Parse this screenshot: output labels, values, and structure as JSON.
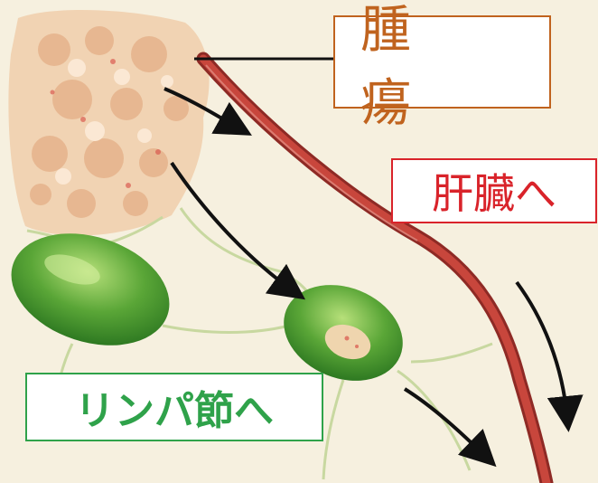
{
  "labels": {
    "tumor": "腫 瘍",
    "liver": "肝臓へ",
    "lymph_node": "リンパ節へ"
  },
  "colors": {
    "background": "#f6f0df",
    "tumor_label": "#c0631e",
    "liver_label": "#d9232a",
    "lymph_label": "#2fa24a",
    "vessel": "#b33a32",
    "lymph_node": "#5aa637",
    "arrow": "#111111"
  }
}
